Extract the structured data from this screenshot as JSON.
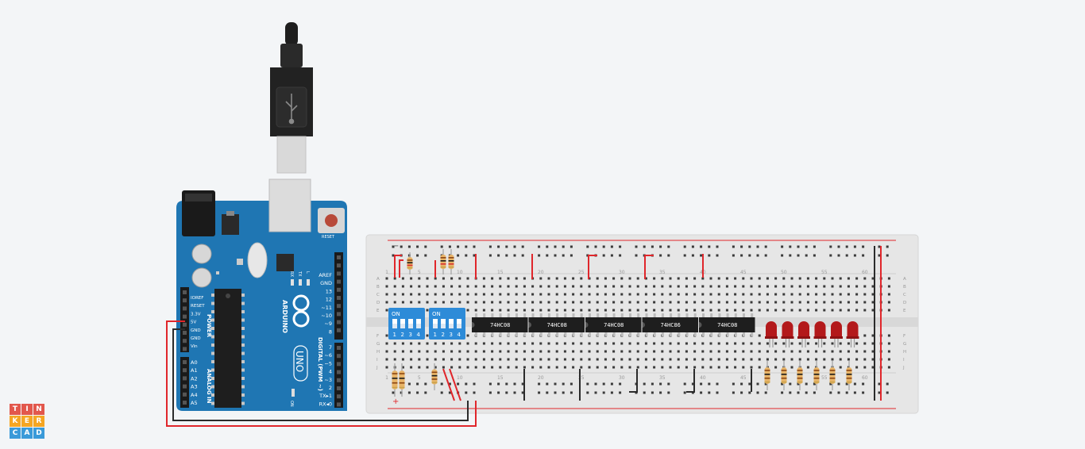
{
  "brand": {
    "logo_letters": [
      "T",
      "I",
      "N",
      "K",
      "E",
      "R",
      "C",
      "A",
      "D"
    ],
    "logo_colors": [
      "#e2574c",
      "#e2574c",
      "#e2574c",
      "#f5a623",
      "#f5a623",
      "#f5a623",
      "#3a9ad9",
      "#3a9ad9",
      "#3a9ad9"
    ]
  },
  "colors": {
    "arduino_board": "#1f76b3",
    "breadboard": "#e6e6e6",
    "wire_red": "#e0262b",
    "wire_black": "#2b2b2b",
    "chip": "#1e1e1e",
    "dip_switch": "#2d8bd8",
    "led": "#b3191b",
    "resistor": "#e8b468"
  },
  "arduino": {
    "brand_label": "ARDUINO",
    "model_label": "UNO",
    "reset_label": "RESET",
    "on_label": "ON",
    "power_header": "POWER",
    "analog_header": "ANALOG IN",
    "digital_header": "DIGITAL (PWM ~)",
    "power_pins": [
      "IOREF",
      "RESET",
      "3.3V",
      "5V",
      "GND",
      "GND",
      "Vin"
    ],
    "analog_pins": [
      "A0",
      "A1",
      "A2",
      "A3",
      "A4",
      "A5"
    ],
    "digital_top_pins": [
      "AREF",
      "GND",
      "13",
      "12",
      "~11",
      "~10",
      "~9",
      "8"
    ],
    "digital_bottom_pins": [
      "7",
      "~6",
      "~5",
      "4",
      "~3",
      "2",
      "TX▸1",
      "RX◂0"
    ],
    "led_labels": [
      "L",
      "TX",
      "RX"
    ]
  },
  "breadboard": {
    "row_labels": [
      "A",
      "B",
      "C",
      "D",
      "E",
      "F",
      "G",
      "H",
      "I",
      "J"
    ],
    "column_numbers_top": [
      "1",
      "5",
      "10",
      "15",
      "20",
      "25",
      "30",
      "35",
      "40",
      "45",
      "50",
      "55",
      "60"
    ],
    "column_numbers_bottom": [
      "1",
      "5",
      "10",
      "15",
      "20",
      "25",
      "30",
      "35",
      "40",
      "45",
      "50",
      "55",
      "60"
    ],
    "rail_plus": "+",
    "rail_minus": "−"
  },
  "dip_switches": [
    {
      "on_label": "ON",
      "positions": [
        "1",
        "2",
        "3",
        "4"
      ]
    },
    {
      "on_label": "ON",
      "positions": [
        "1",
        "2",
        "3",
        "4"
      ]
    }
  ],
  "chips": [
    "74HC08",
    "74HC08",
    "74HC08",
    "74HC86",
    "74HC08"
  ],
  "leds_count": 6
}
